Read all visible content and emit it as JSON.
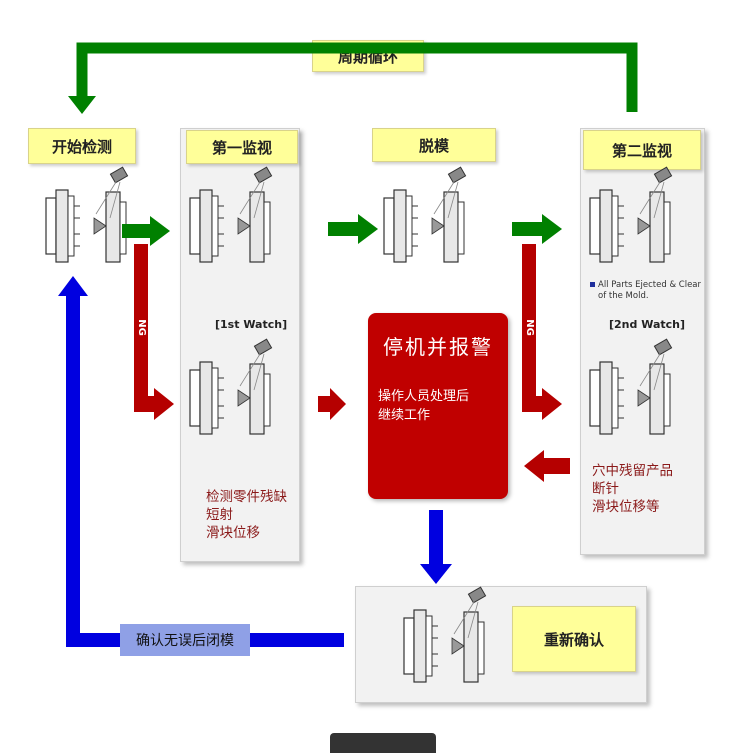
{
  "cycle_label": "周期循环",
  "steps": {
    "start": "开始检测",
    "first_watch": "第一监视",
    "demold": "脱模",
    "second_watch": "第二监视"
  },
  "watch_labels": {
    "first": "[1st Watch]",
    "second": "[2nd Watch]"
  },
  "ng_label": "NG",
  "notes": {
    "ejected": [
      "All Parts Ejected & Clear",
      "of the Mold."
    ]
  },
  "first_watch_faults": [
    "检测零件残缺",
    "短射",
    "滑块位移"
  ],
  "second_watch_faults": [
    "穴中残留产品",
    "断针",
    "滑块位移等"
  ],
  "alarm": {
    "title": "停机并报警",
    "body": [
      "操作人员处理后",
      "继续工作"
    ]
  },
  "reconfirm": "重新确认",
  "confirm_close": "确认无误后闭模",
  "colors": {
    "green": "#008000",
    "red": "#b50000",
    "blue": "#0000e0",
    "label_yellow": "#ffff99",
    "alarm_red": "#c00000"
  }
}
